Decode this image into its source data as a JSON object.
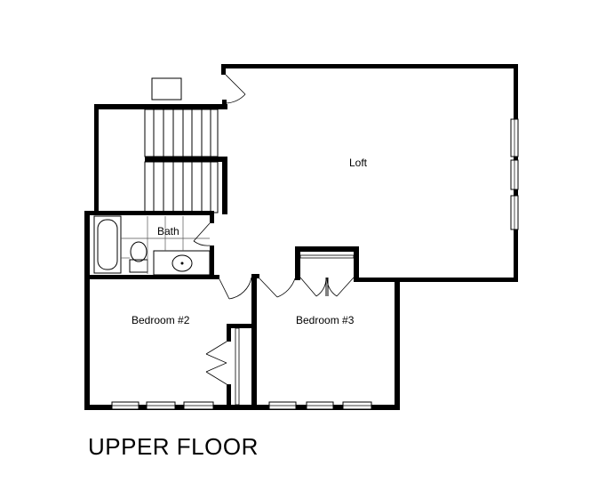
{
  "title": "UPPER FLOOR",
  "rooms": {
    "loft": "Loft",
    "bath": "Bath",
    "bedroom2": "Bedroom #2",
    "bedroom3": "Bedroom #3"
  },
  "colors": {
    "wall": "#000000",
    "background": "#ffffff"
  }
}
